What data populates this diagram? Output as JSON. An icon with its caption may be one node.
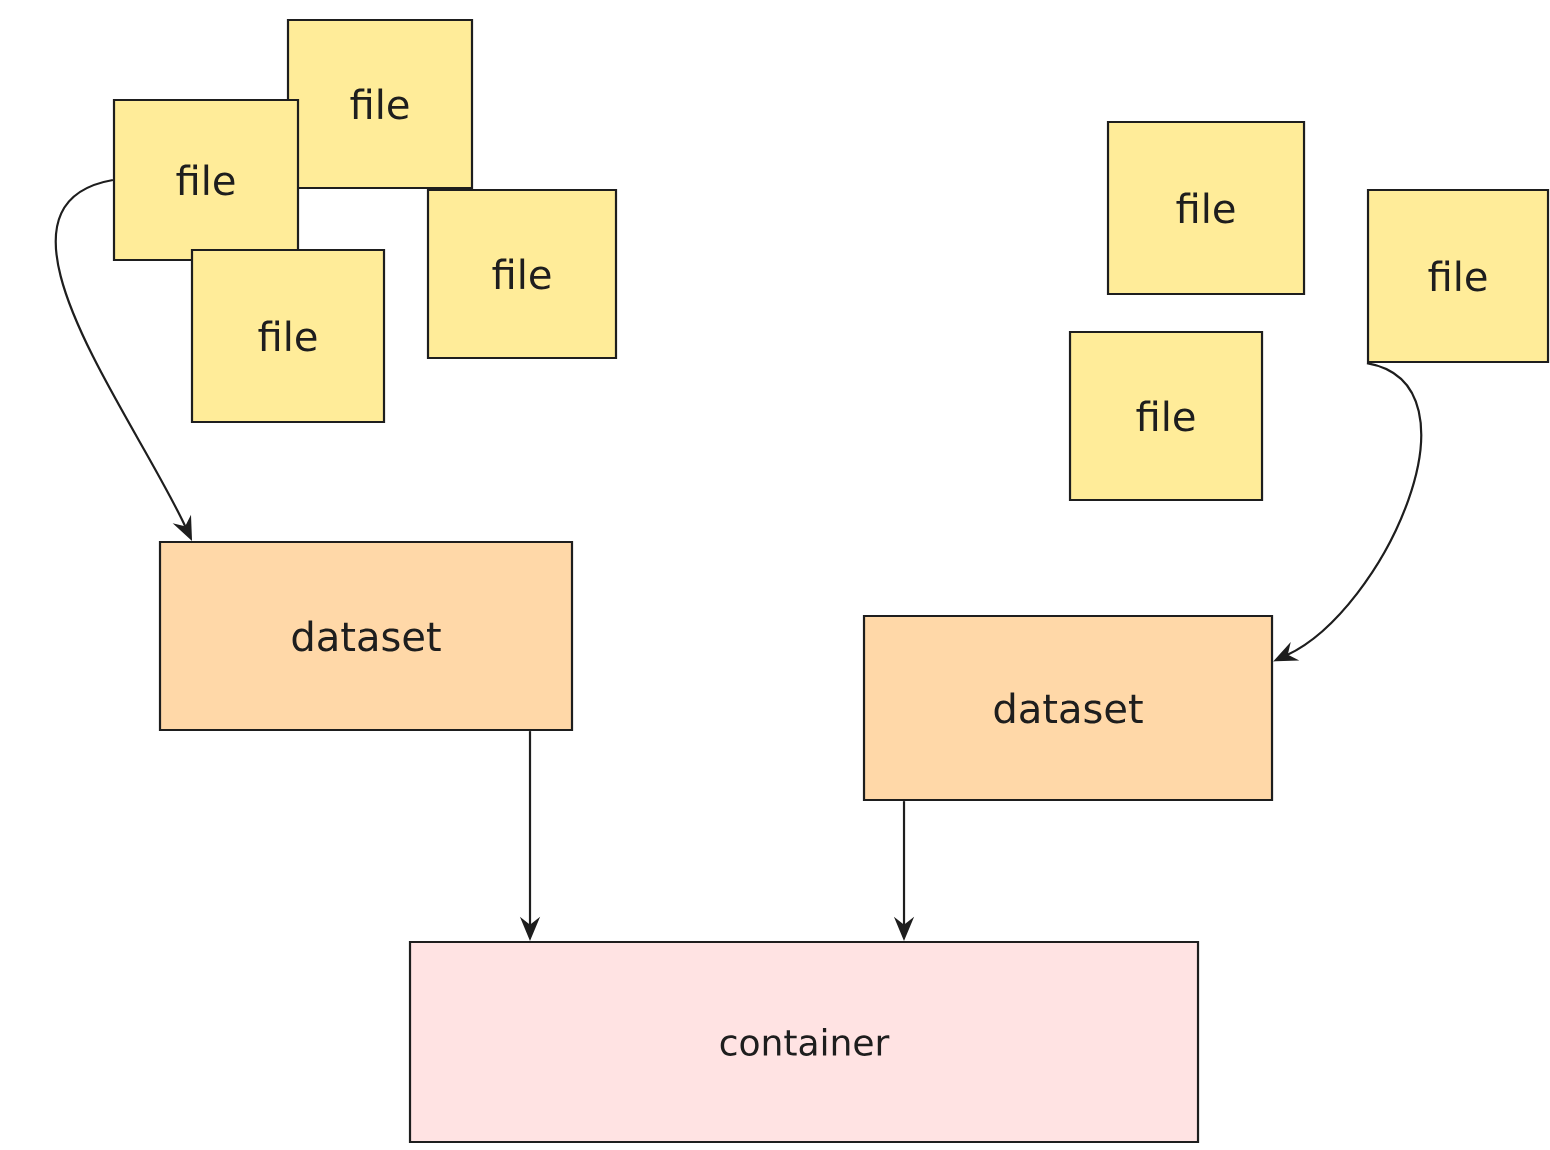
{
  "diagram": {
    "nodes": [
      {
        "text": [
          "file"
        ]
      },
      {
        "text": [
          "file"
        ]
      },
      {
        "text": [
          "file"
        ]
      },
      {
        "text": [
          "file"
        ]
      },
      {
        "text": [
          "file"
        ]
      },
      {
        "text": [
          "file"
        ]
      },
      {
        "text": [
          "file"
        ]
      },
      {
        "text": [
          "dataset"
        ]
      },
      {
        "text": [
          "dataset"
        ]
      },
      {
        "text": [
          "container"
        ]
      }
    ],
    "edges": [
      {
        "from": 1,
        "to": 7,
        "arrow": "to"
      },
      {
        "from": 5,
        "to": 8,
        "arrow": "to"
      },
      {
        "from": 7,
        "to": 9,
        "arrow": "to"
      },
      {
        "from": 8,
        "to": 9,
        "arrow": "to"
      }
    ]
  }
}
